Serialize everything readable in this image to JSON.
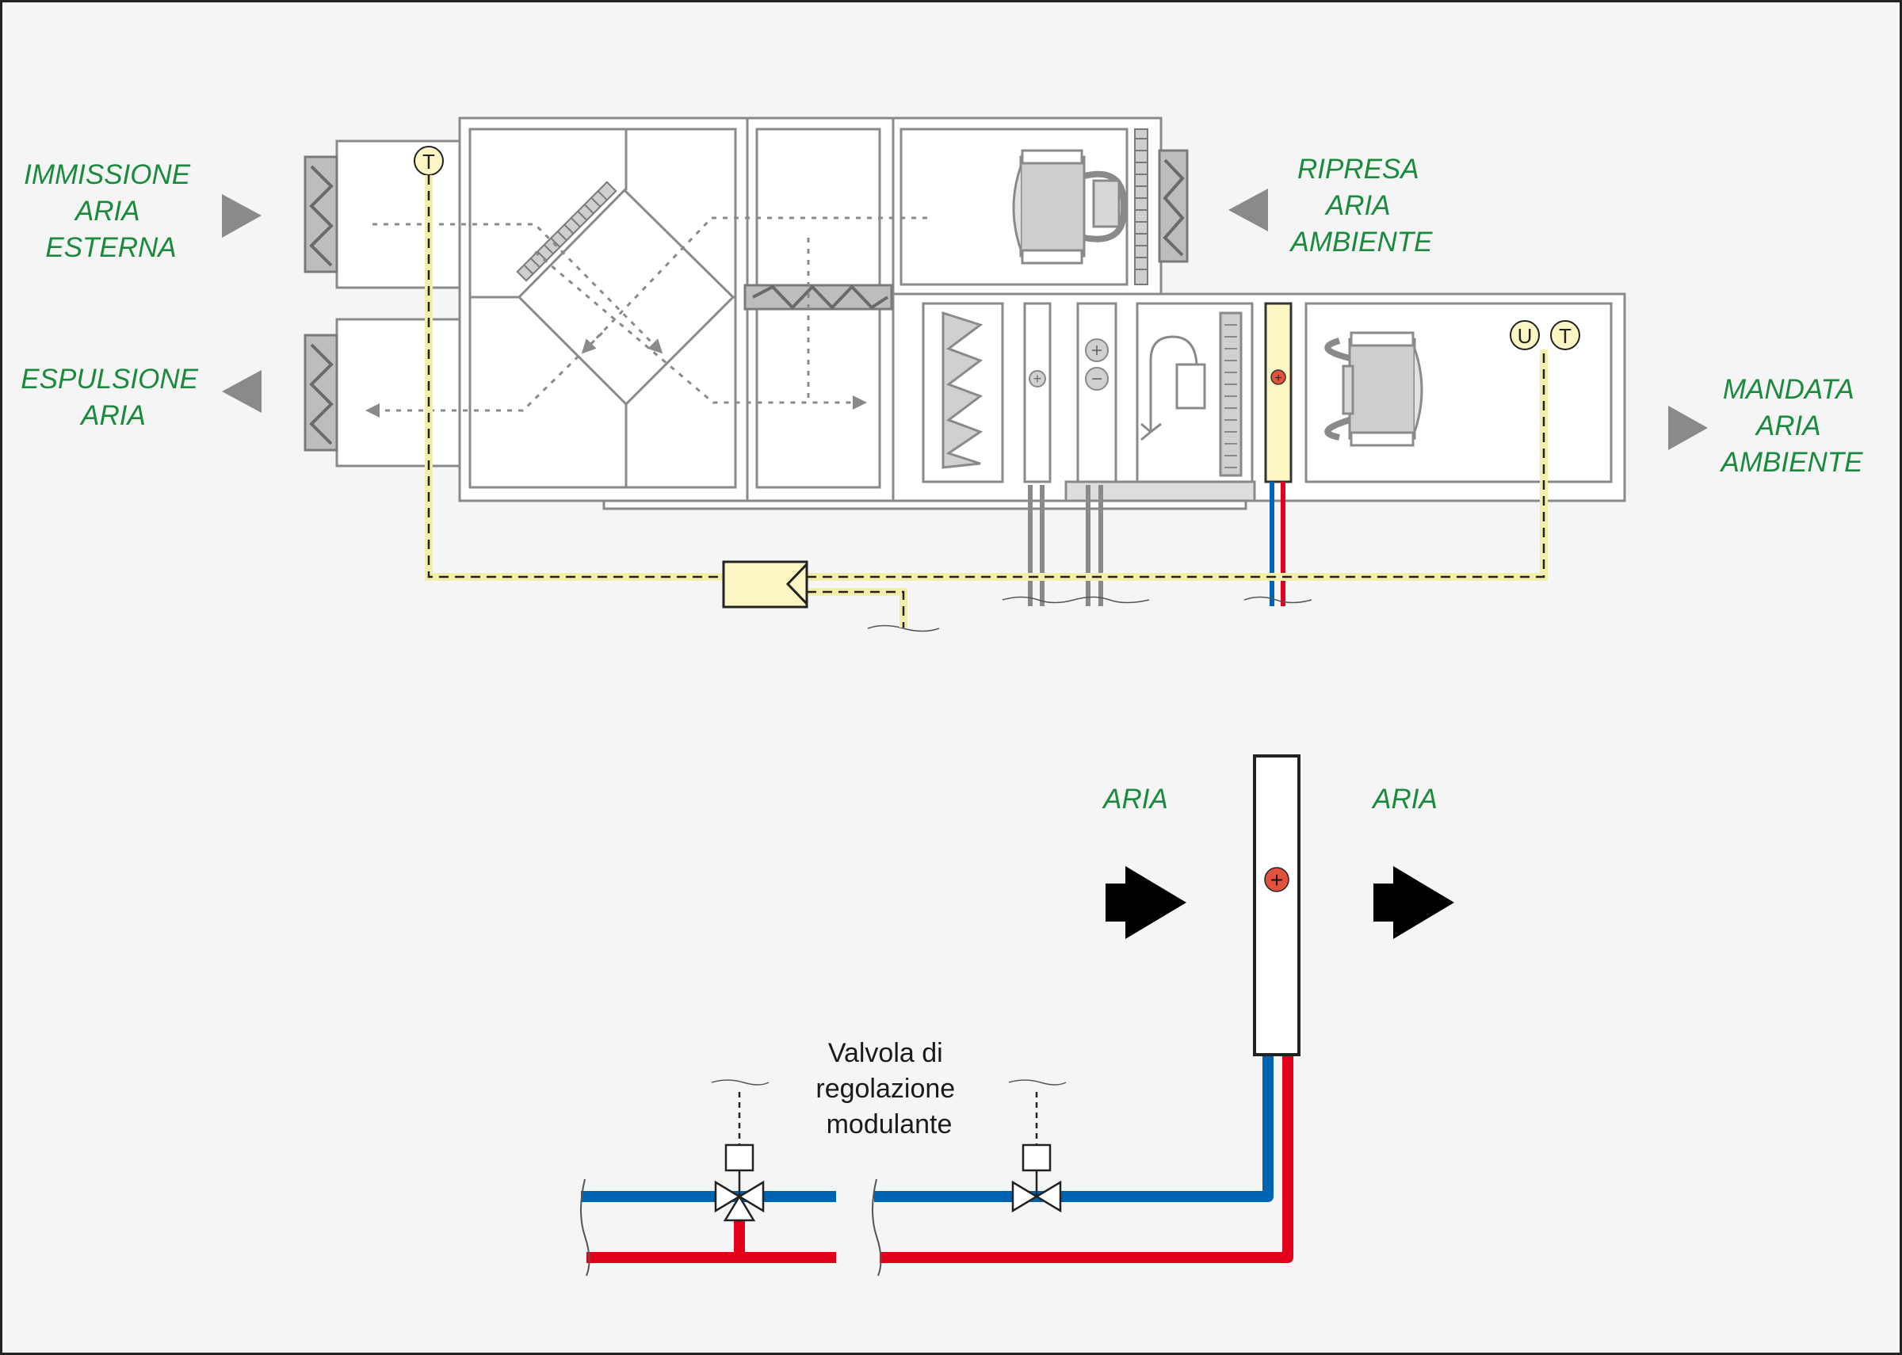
{
  "labels": {
    "immissione": [
      "IMMISSIONE",
      "ARIA",
      "ESTERNA"
    ],
    "espulsione": [
      "ESPULSIONE",
      "ARIA"
    ],
    "ripresa": [
      "RIPRESA",
      "ARIA",
      "AMBIENTE"
    ],
    "mandata": [
      "MANDATA",
      "ARIA",
      "AMBIENTE"
    ],
    "aria_in": "ARIA",
    "aria_out": "ARIA",
    "valvola": [
      "Valvola di",
      "regolazione",
      "modulante"
    ]
  },
  "sensors": {
    "temperature": "T",
    "humidity": "U"
  },
  "symbols": {
    "plus": "+",
    "minus": "−"
  },
  "icons": [
    "damper-icon",
    "fan-icon",
    "filter-icon",
    "heat-exchanger-icon",
    "coil-icon",
    "humidifier-icon",
    "valve-icon",
    "controller-icon",
    "arrow-icon"
  ],
  "colors": {
    "label_green": "#1a8a3c",
    "unit_stroke": "#8a8a8a",
    "control_line": "#f3eeaa",
    "controller_fill": "#fbf6c4",
    "hot_water": "#e3001b",
    "cold_water": "#0063b1",
    "heater_dot": "#e0523c"
  }
}
